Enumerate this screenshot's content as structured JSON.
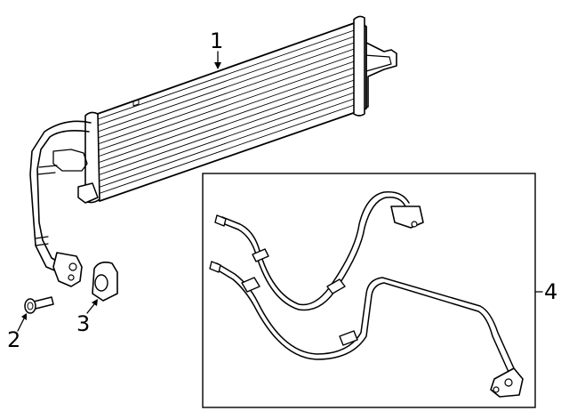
{
  "callouts": {
    "c1": "1",
    "c2": "2",
    "c3": "3",
    "c4": "4"
  },
  "colors": {
    "ink": "#000000",
    "paper": "#ffffff"
  },
  "parts": [
    {
      "number": "1",
      "name": "oil-cooler-radiator"
    },
    {
      "number": "2",
      "name": "bolt"
    },
    {
      "number": "3",
      "name": "seal"
    },
    {
      "number": "4",
      "name": "cooler-line-kit"
    }
  ]
}
